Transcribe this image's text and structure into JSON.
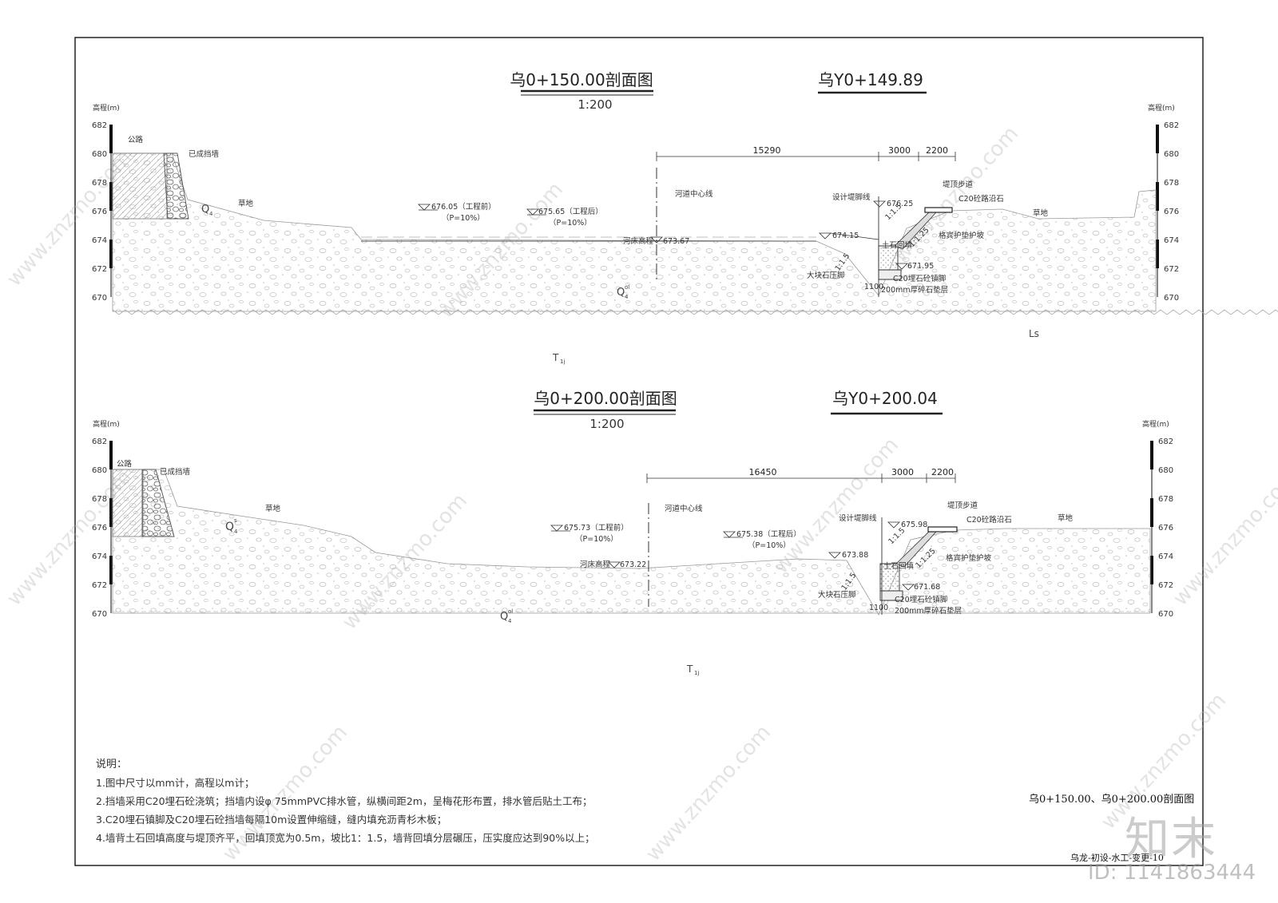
{
  "sections": [
    {
      "title": "乌0+150.00剖面图",
      "scale": "1:200",
      "title_right": "乌Y0+149.89",
      "axis_label": "高程(m)",
      "ticks": [
        "682",
        "680",
        "678",
        "676",
        "674",
        "672",
        "670"
      ],
      "dims": [
        "15290",
        "3000",
        "2200"
      ],
      "labels": {
        "road": "公路",
        "wall": "已成挡墙",
        "grass_left": "草地",
        "grass_right": "草地",
        "wl_before": "676.05（工程前）",
        "wl_before_p": "（P=10%）",
        "wl_after": "675.65（工程后）",
        "wl_after_p": "（P=10%）",
        "centerline": "河道中心线",
        "riverbed": "河床高程",
        "riverbed_val": "673.67",
        "design_toe": "设计堤脚线",
        "crest_val": "676.25",
        "walkway": "堤顶步道",
        "curb": "C20砼路沿石",
        "toe_val": "674.15",
        "slope_a": "1:1.5",
        "slope_b": "1:1.25",
        "slope_c": "1:1.5",
        "stone_wall": "土石回填",
        "lawn_slope": "格宾护垫护坡",
        "base_val": "671.95",
        "riprap": "大块石压脚",
        "toe_block": "C20埋石砼镇脚",
        "gravel": "200mm厚碎石垫层",
        "w1100": "1100",
        "q4": "Q",
        "q4_sub": "4",
        "q4ol": "Q",
        "q4ol_sub": "4",
        "q4ol_sup": "ol",
        "t1": "T",
        "t1_sub": "1j",
        "ls": "Ls"
      }
    },
    {
      "title": "乌0+200.00剖面图",
      "scale": "1:200",
      "title_right": "乌Y0+200.04",
      "axis_label": "高程(m)",
      "ticks": [
        "682",
        "680",
        "678",
        "676",
        "674",
        "672",
        "670"
      ],
      "dims": [
        "16450",
        "3000",
        "2200"
      ],
      "labels": {
        "road": "公路",
        "wall": "已成挡墙",
        "grass_left": "草地",
        "grass_right": "草地",
        "wl_before": "675.73（工程前）",
        "wl_before_p": "（P=10%）",
        "wl_after": "675.38（工程后）",
        "wl_after_p": "（P=10%）",
        "centerline": "河道中心线",
        "riverbed": "河床高程",
        "riverbed_val": "673.22",
        "design_toe": "设计堤脚线",
        "crest_val": "675.98",
        "walkway": "堤顶步道",
        "curb": "C20砼路沿石",
        "toe_val": "673.88",
        "slope_a": "1:1.5",
        "slope_b": "1:1.25",
        "slope_c": "1:1.5",
        "stone_wall": "土石回填",
        "lawn_slope": "格宾护垫护坡",
        "base_val": "671.68",
        "riprap": "大块石压脚",
        "toe_block": "C20埋石砼镇脚",
        "gravel": "200mm厚碎石垫层",
        "w1100": "1100",
        "q4": "Q",
        "q4_sub": "4",
        "q4_sup": "s",
        "q4ol": "Q",
        "q4ol_sub": "4",
        "q4ol_sup": "ol",
        "t1": "T",
        "t1_sub": "1j"
      }
    }
  ],
  "notes": {
    "heading": "说明：",
    "items": [
      "1.图中尺寸以mm计，高程以m计；",
      "2.挡墙采用C20埋石砼浇筑；挡墙内设φ 75mmPVC排水管，纵横间距2m，呈梅花形布置，排水管后贴土工布；",
      "3.C20埋石镇脚及C20埋石砼挡墙每隔10m设置伸缩缝，缝内填充沥青杉木板；",
      "4.墙背土石回填高度与堤顶齐平，回填顶宽为0.5m，坡比1：1.5，墙背回填分层碾压，压实度应达到90%以上；"
    ]
  },
  "title_block": {
    "drawing_title": "乌0+150.00、乌0+200.00剖面图",
    "drawing_no": "乌龙-初设-水工-变更-10"
  },
  "watermark": {
    "logo": "知末",
    "id": "ID: 1141863444",
    "site": "www.znzmo.com"
  }
}
